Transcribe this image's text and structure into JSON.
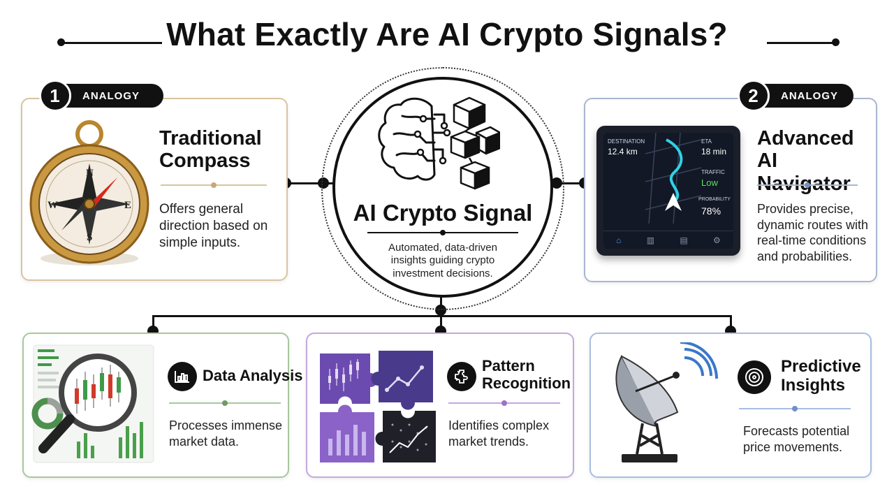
{
  "header": {
    "title": "What Exactly Are AI Crypto Signals?"
  },
  "center": {
    "title": "AI Crypto Signal",
    "description": "Automated, data-driven insights guiding crypto investment decisions."
  },
  "analogy_left": {
    "badge_number": "1",
    "badge_label": "ANALOGY",
    "title": "Traditional Compass",
    "description": "Offers general direction based on simple inputs.",
    "compass_letters": [
      "N",
      "E",
      "S",
      "W"
    ],
    "accent_color": "#c9a878"
  },
  "analogy_right": {
    "badge_number": "2",
    "badge_label": "ANALOGY",
    "title": "Advanced AI Navigator",
    "description": "Provides precise, dynamic routes with real-time conditions and probabilities.",
    "accent_color": "#8da0c4",
    "screen": {
      "destination_label": "DESTINATION",
      "destination_value": "12.4 km",
      "eta_label": "ETA",
      "eta_value": "18 min",
      "traffic_label": "TRAFFIC",
      "traffic_value": "Low",
      "probability_label": "PROBABILITY",
      "probability_value": "78%"
    }
  },
  "features": [
    {
      "title": "Data Analysis",
      "description": "Processes immense market data.",
      "accent_color": "#86b07a",
      "icon": "bar-chart-icon"
    },
    {
      "title": "Pattern Recognition",
      "description": "Identifies complex market trends.",
      "accent_color": "#a07cc8",
      "icon": "puzzle-icon"
    },
    {
      "title": "Predictive Insights",
      "description": "Forecasts potential price movements.",
      "accent_color": "#7a9ad4",
      "icon": "radar-icon"
    }
  ]
}
